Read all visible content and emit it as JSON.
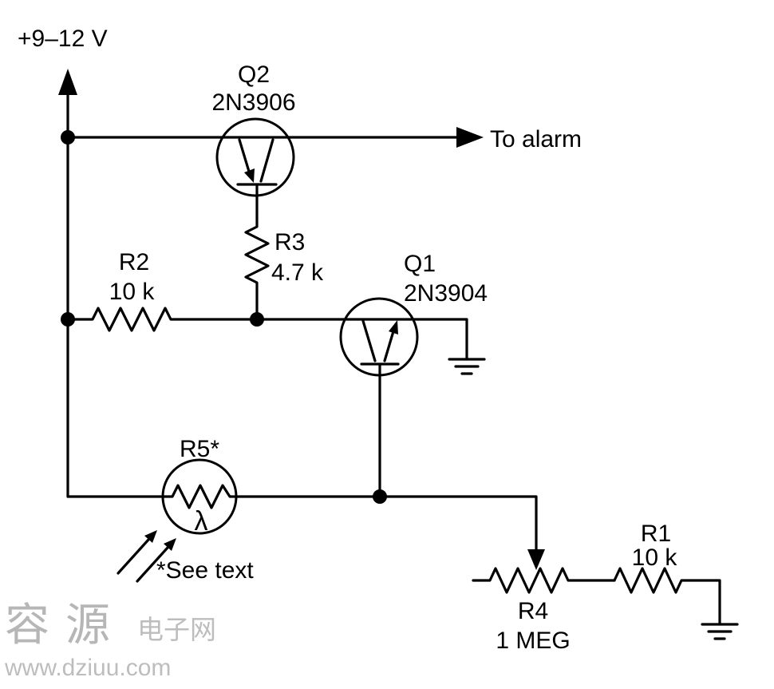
{
  "schematic": {
    "power_label": "+9–12 V",
    "output_label": "To alarm",
    "q2": {
      "ref": "Q2",
      "part": "2N3906"
    },
    "q1": {
      "ref": "Q1",
      "part": "2N3904"
    },
    "r2": {
      "ref": "R2",
      "value": "10 k"
    },
    "r3": {
      "ref": "R3",
      "value": "4.7 k"
    },
    "r5": {
      "ref": "R5*",
      "lambda": "λ",
      "note": "*See text"
    },
    "r4": {
      "ref": "R4",
      "value": "1 MEG"
    },
    "r1": {
      "ref": "R1",
      "value": "10 k"
    }
  },
  "watermark": {
    "brand_large": "容源",
    "brand_small": "电子网",
    "url": "www.dziuu.com"
  },
  "colors": {
    "ink": "#000000",
    "background": "#ffffff",
    "watermark": "#b9b9b9"
  }
}
